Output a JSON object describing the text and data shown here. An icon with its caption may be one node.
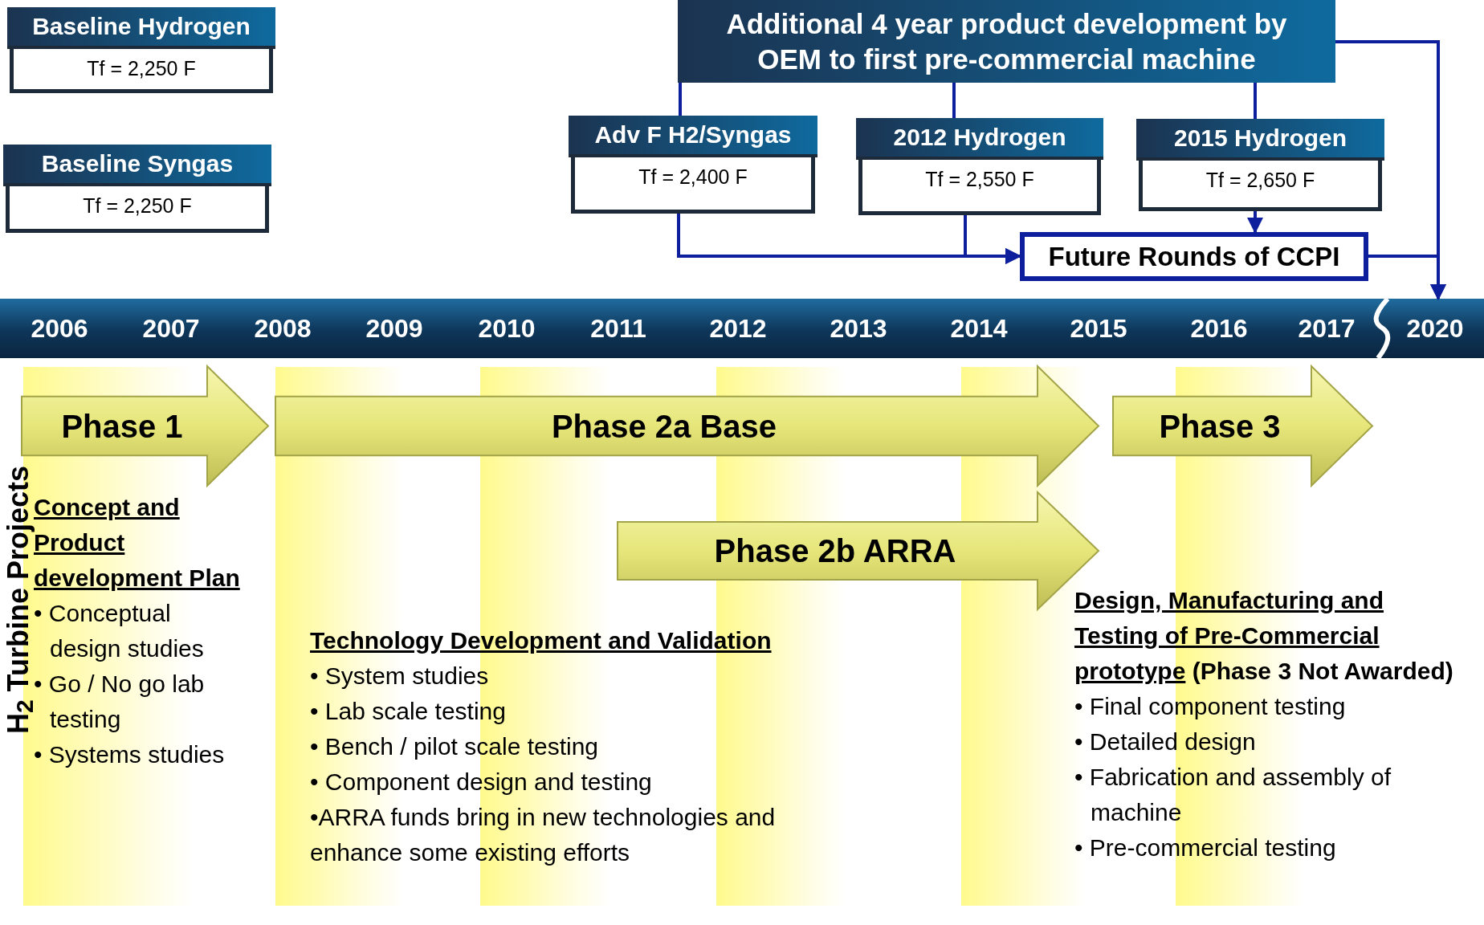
{
  "diagram": {
    "nodes": [
      {
        "text": [
          "Baseline Hydrogen",
          "Tf = 2,250 F"
        ]
      },
      {
        "text": [
          "Baseline Syngas",
          "Tf = 2,250 F"
        ]
      },
      {
        "text": [
          "Additional 4 year product development by OEM to first pre-commercial machine"
        ]
      },
      {
        "text": [
          "Adv F H2/Syngas",
          "Tf = 2,400 F"
        ]
      },
      {
        "text": [
          "2012 Hydrogen",
          "Tf = 2,550 F"
        ]
      },
      {
        "text": [
          "2015 Hydrogen",
          "Tf = 2,650 F"
        ]
      },
      {
        "text": [
          "Future Rounds of CCPI"
        ]
      },
      {
        "text": [
          "2020"
        ]
      },
      {
        "text": [
          "Phase 1"
        ]
      },
      {
        "text": [
          "Phase 2a Base"
        ]
      },
      {
        "text": [
          "Phase 2b ARRA"
        ]
      },
      {
        "text": [
          "Phase 3"
        ]
      }
    ],
    "edges": [
      {
        "from": 2,
        "to": 3,
        "arrow": "none"
      },
      {
        "from": 2,
        "to": 4,
        "arrow": "none"
      },
      {
        "from": 2,
        "to": 5,
        "arrow": "none"
      },
      {
        "from": 3,
        "to": 6,
        "arrow": "to"
      },
      {
        "from": 4,
        "to": 6,
        "arrow": "to"
      },
      {
        "from": 5,
        "to": 6,
        "arrow": "to"
      },
      {
        "from": 2,
        "to": 7,
        "arrow": "to"
      },
      {
        "from": 6,
        "to": 7,
        "arrow": "to"
      }
    ],
    "labels": [
      "2006",
      "2007",
      "2008",
      "2009",
      "2010",
      "2011",
      "2012",
      "2013",
      "2014",
      "2015",
      "2016",
      "2017",
      "H$_{2}$ Turbine Projects",
      "Concept and Product development Plan",
      "• Conceptual design studies",
      "• Go / No go lab testing",
      "• Systems studies",
      "Technology Development and Validation",
      "• System studies",
      "• Lab scale testing",
      "• Bench / pilot scale testing",
      "• Component design and testing",
      "•ARRA funds bring in new technologies and enhance some existing efforts",
      "Design, Manufacturing and Testing of Pre-Commercial prototype",
      "(Phase 3 Not Awarded)",
      "• Final component testing",
      "• Detailed design",
      "• Fabrication and assembly of machine",
      "• Pre-commercial testing"
    ]
  }
}
